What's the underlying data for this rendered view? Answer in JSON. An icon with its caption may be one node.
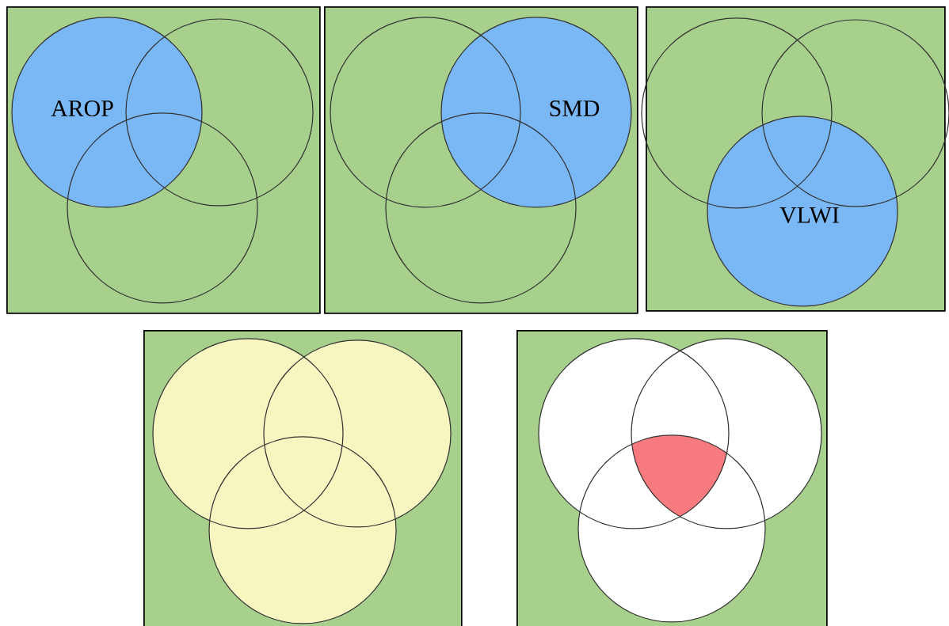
{
  "diagram": {
    "nodes": [
      {
        "text": [],
        "shape": "box"
      },
      {
        "text": [
          "AROP"
        ],
        "in": 0
      },
      {
        "text": [],
        "shape": "circle",
        "in": 0
      },
      {
        "text": [],
        "shape": "circle",
        "in": 0
      },
      {
        "text": [],
        "shape": "box"
      },
      {
        "text": [],
        "shape": "circle",
        "in": 4
      },
      {
        "text": [
          "SMD"
        ],
        "in": 4
      },
      {
        "text": [],
        "shape": "circle",
        "in": 4
      },
      {
        "text": [],
        "shape": "box"
      },
      {
        "text": [],
        "shape": "circle",
        "in": 8
      },
      {
        "text": [],
        "shape": "circle",
        "in": 8
      },
      {
        "text": [
          "VLWI"
        ],
        "in": 8
      },
      {
        "text": [],
        "shape": "box"
      },
      {
        "text": [],
        "shape": "circle",
        "in": 12
      },
      {
        "text": [],
        "shape": "circle",
        "in": 12
      },
      {
        "text": [],
        "shape": "circle",
        "in": 12
      },
      {
        "text": [],
        "shape": "box"
      },
      {
        "text": [],
        "shape": "circle",
        "in": 16
      },
      {
        "text": [],
        "shape": "circle",
        "in": 16
      },
      {
        "text": [],
        "shape": "circle",
        "in": 16
      }
    ]
  }
}
